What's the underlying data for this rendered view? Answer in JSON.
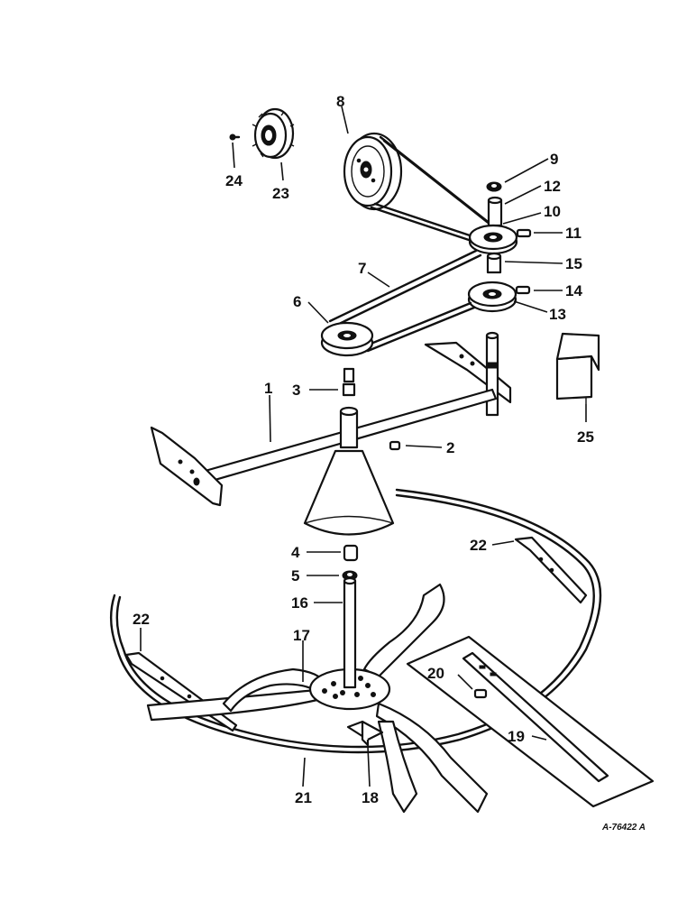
{
  "labels": {
    "l1": "1",
    "l2": "2",
    "l3": "3",
    "l4": "4",
    "l5": "5",
    "l6": "6",
    "l7": "7",
    "l8": "8",
    "l9": "9",
    "l10": "10",
    "l11": "11",
    "l12": "12",
    "l13": "13",
    "l14": "14",
    "l15": "15",
    "l16": "16",
    "l17": "17",
    "l18": "18",
    "l19": "19",
    "l20": "20",
    "l21": "21",
    "l22a": "22",
    "l22b": "22",
    "l23": "23",
    "l24": "24",
    "l25": "25"
  },
  "drawing_code": "A-76422 A"
}
